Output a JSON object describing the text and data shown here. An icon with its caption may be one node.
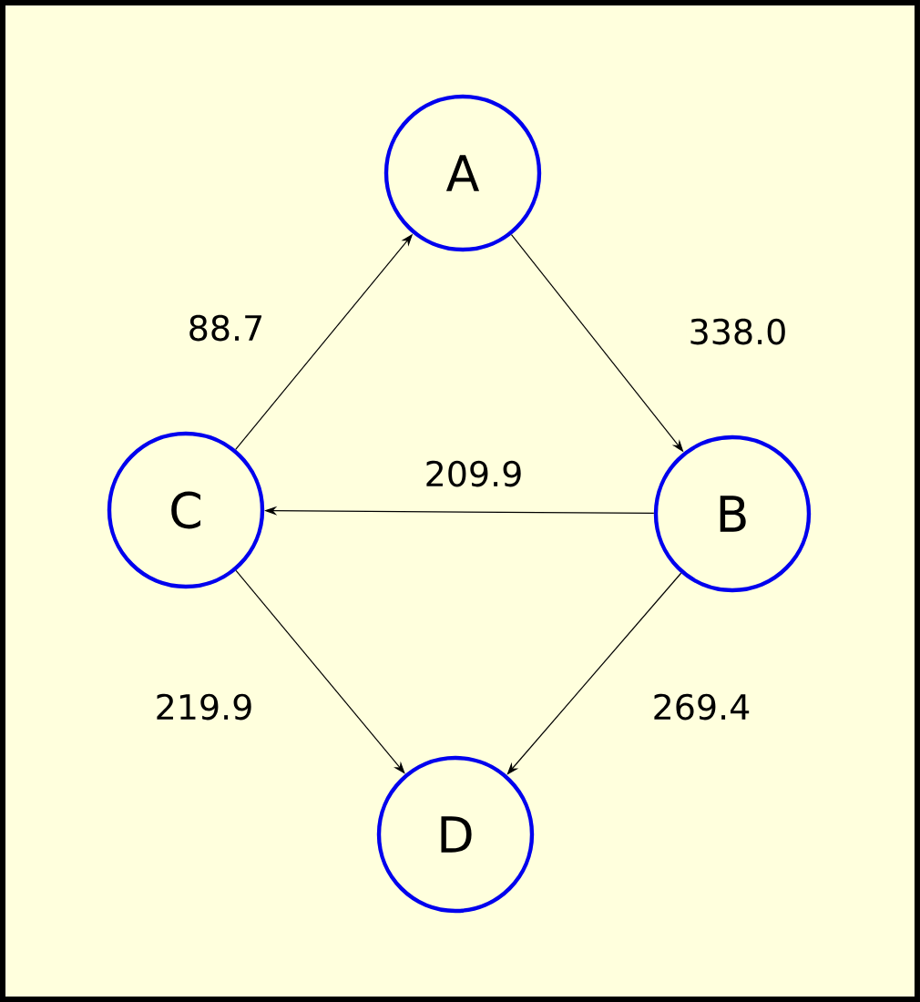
{
  "diagram": {
    "nodes": [
      {
        "text": [
          "A"
        ]
      },
      {
        "text": [
          "B"
        ]
      },
      {
        "text": [
          "C"
        ]
      },
      {
        "text": [
          "D"
        ]
      }
    ],
    "edges": [
      {
        "from": 2,
        "to": 0,
        "arrow": "to",
        "label": "88.7"
      },
      {
        "from": 0,
        "to": 1,
        "arrow": "to",
        "label": "338.0"
      },
      {
        "from": 1,
        "to": 2,
        "arrow": "to",
        "label": "209.9"
      },
      {
        "from": 2,
        "to": 3,
        "arrow": "to",
        "label": "219.9"
      },
      {
        "from": 1,
        "to": 3,
        "arrow": "to",
        "label": "269.4"
      }
    ]
  }
}
